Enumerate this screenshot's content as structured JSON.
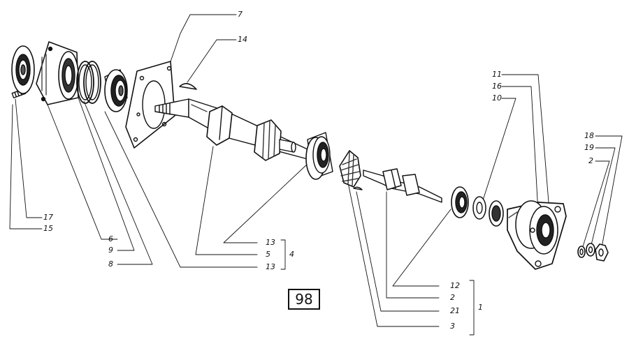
{
  "figure": {
    "number": "98"
  },
  "callouts": {
    "c7": "7",
    "c14": "14",
    "c11": "11",
    "c16": "16",
    "c10": "10",
    "c18": "18",
    "c19": "19",
    "c2_right": "2",
    "c17": "17",
    "c15": "15",
    "c6": "6",
    "c9": "9",
    "c8": "8",
    "c13a": "13",
    "c5": "5",
    "c13b": "13",
    "group_4": "4",
    "c12": "12",
    "c2_bottom": "2",
    "c21": "21",
    "c3": "3",
    "group_1": "1"
  }
}
